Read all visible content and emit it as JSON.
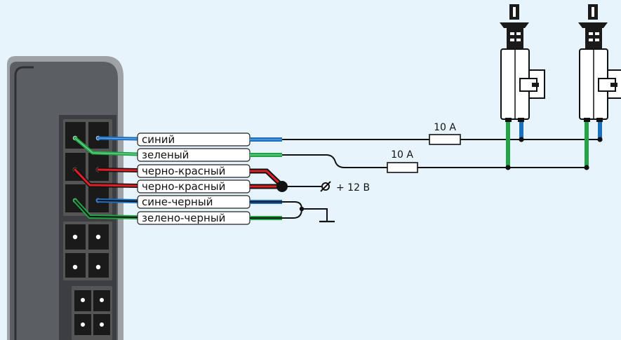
{
  "wires": [
    {
      "label": "синий"
    },
    {
      "label": "зеленый"
    },
    {
      "label": "черно-красный"
    },
    {
      "label": "черно-красный"
    },
    {
      "label": "сине-черный"
    },
    {
      "label": "зелено-черный"
    }
  ],
  "fuses": [
    {
      "label": "10 А"
    },
    {
      "label": "10 А"
    }
  ],
  "power": {
    "label": "+ 12 В"
  },
  "colors": {
    "background": "#e8f4fc",
    "module_body": "#5b5e63",
    "module_edge": "#9ea1a6",
    "wire_blue": "#1d6fc0",
    "wire_green": "#20a446",
    "wire_red": "#e01e24",
    "wire_black": "#111111"
  },
  "icons": [
    "ground-symbol",
    "power-terminal-symbol",
    "door-lock-actuator"
  ]
}
